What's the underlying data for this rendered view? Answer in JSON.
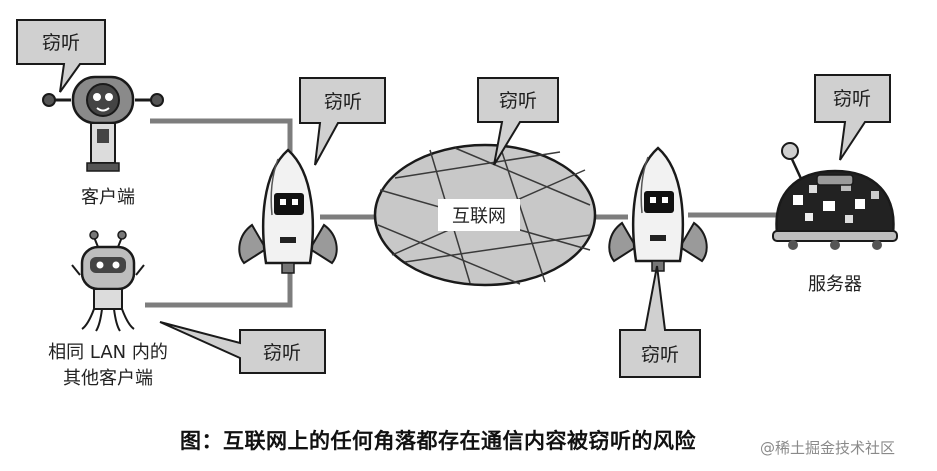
{
  "bubbles": {
    "client": "窃听",
    "router_left": "窃听",
    "internet": "窃听",
    "server": "窃听",
    "lan": "窃听",
    "router_right": "窃听"
  },
  "labels": {
    "client": "客户端",
    "internet": "互联网",
    "server": "服务器",
    "lan_line1": "相同 LAN 内的",
    "lan_line2": "其他客户端"
  },
  "caption": "图：互联网上的任何角落都存在通信内容被窃听的风险",
  "watermark": "@稀土掘金技术社区",
  "colors": {
    "bubble_fill": "#d0d0d0",
    "cloud_fill": "#c8c8c8",
    "line": "#7d7d7d",
    "outline": "#1a1a1a"
  }
}
